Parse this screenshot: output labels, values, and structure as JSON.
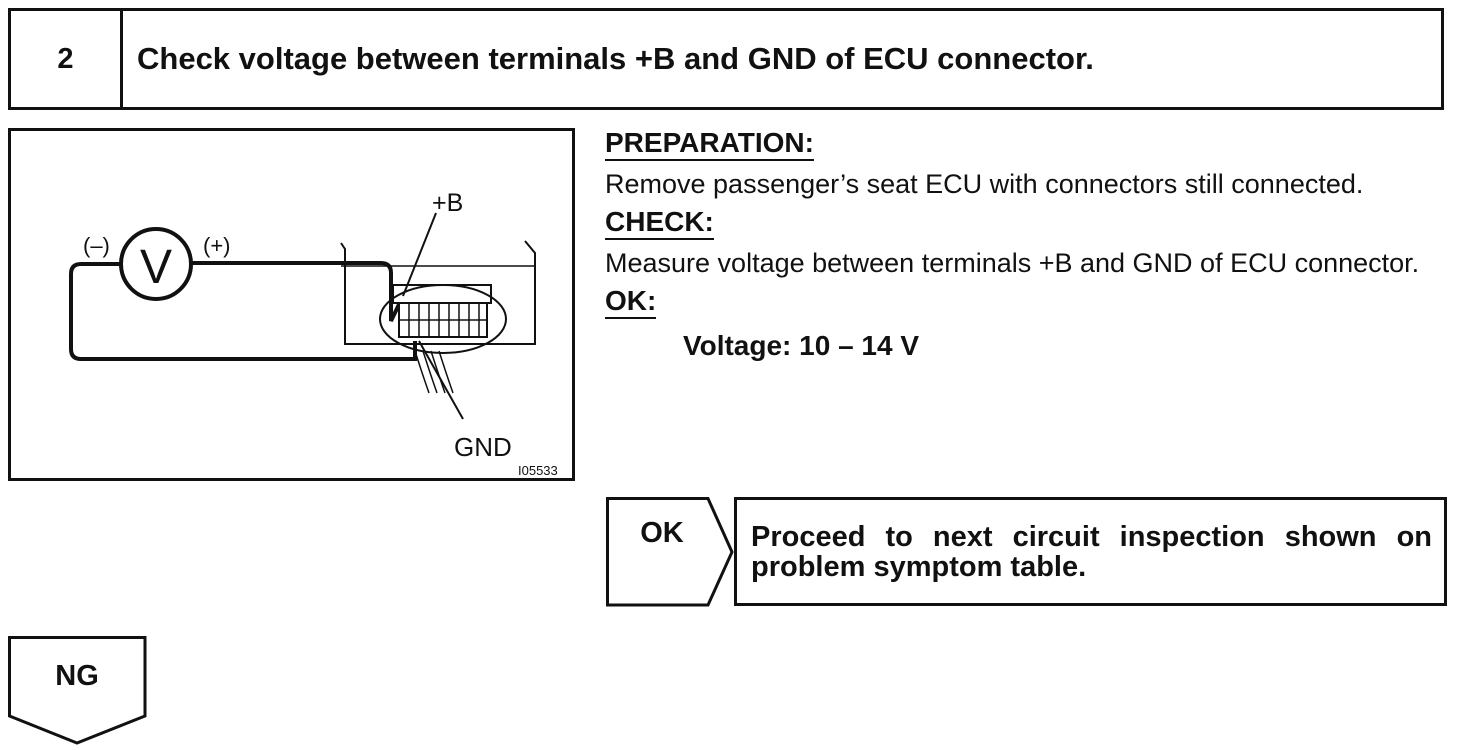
{
  "step": {
    "number": "2",
    "title": "Check voltage between terminals +B and GND of ECU connector."
  },
  "figure": {
    "label_b": "+B",
    "label_gnd": "GND",
    "label_minus": "(–)",
    "label_plus": "(+)",
    "meter_symbol": "V",
    "figure_id": "I05533"
  },
  "procedure": {
    "preparation_heading": "PREPARATION:",
    "preparation_text": "Remove passenger’s seat ECU with connectors still connected.",
    "check_heading": "CHECK:",
    "check_text": "Measure voltage between terminals +B and GND of ECU connector.",
    "ok_heading": "OK:",
    "ok_spec": "Voltage: 10 – 14 V"
  },
  "ok_branch": {
    "label": "OK",
    "result": "Proceed to next circuit inspection shown on problem symptom table."
  },
  "ng_branch": {
    "label": "NG"
  }
}
